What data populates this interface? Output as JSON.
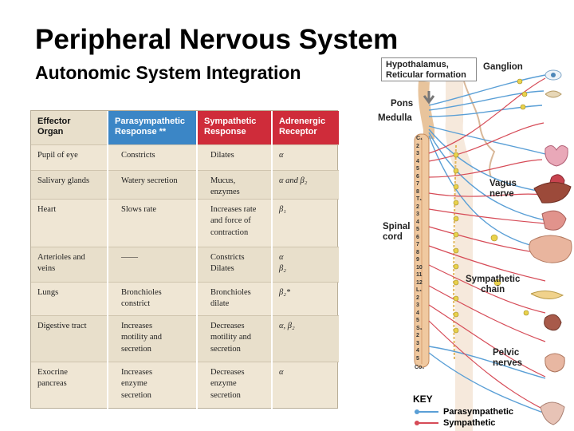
{
  "slide": {
    "title": "Peripheral Nervous System",
    "subtitle": "Autonomic System Integration"
  },
  "table": {
    "headers": {
      "organ": "Effector\nOrgan",
      "para": "Parasympathetic\nResponse **",
      "symp": "Sympathetic\nResponse",
      "adren": "Adrenergic\nReceptor"
    },
    "rows": [
      {
        "organ": "Pupil of eye",
        "para": "Constricts",
        "symp": "Dilates",
        "adren": "α"
      },
      {
        "organ": "Salivary glands",
        "para": "Watery secretion",
        "symp": "Mucus, enzymes",
        "adren": "α and β₂"
      },
      {
        "organ": "Heart",
        "para": "Slows rate",
        "symp": "Increases rate\nand force of\ncontraction",
        "adren": "β₁"
      },
      {
        "organ": "Arterioles and\nveins",
        "para": "——",
        "symp": "Constricts\nDilates",
        "adren": "α\nβ₂"
      },
      {
        "organ": "Lungs",
        "para": "Bronchioles\nconstrict",
        "symp": "Bronchioles\ndilate",
        "adren": "β₂*"
      },
      {
        "organ": "Digestive tract",
        "para": "Increases\nmotility and\nsecretion",
        "symp": "Decreases\nmotility and\nsecretion",
        "adren": "α, β₂"
      },
      {
        "organ": "Exocrine\npancreas",
        "para": "Increases\nenzyme\nsecretion",
        "symp": "Decreases\nenzyme\nsecretion",
        "adren": "α"
      }
    ]
  },
  "diagram": {
    "labels": {
      "hypothalamus": "Hypothalamus,\nReticular formation",
      "ganglion": "Ganglion",
      "pons": "Pons",
      "medulla": "Medulla",
      "spinal_cord": "Spinal\ncord",
      "vagus": "Vagus\nnerve",
      "sympathetic_chain": "Sympathetic\nchain",
      "pelvic": "Pelvic\nnerves"
    },
    "segments": {
      "c": [
        "C₁",
        "2",
        "3",
        "4",
        "5",
        "6",
        "7",
        "8"
      ],
      "t": [
        "T₁",
        "2",
        "3",
        "4",
        "5",
        "6",
        "7",
        "8",
        "9",
        "10",
        "11",
        "12"
      ],
      "l": [
        "L₁",
        "2",
        "3",
        "4",
        "5"
      ],
      "s": [
        "S₁",
        "2",
        "3",
        "4",
        "5"
      ],
      "coccygeal": "Co₁"
    },
    "key": {
      "title": "KEY",
      "para": "Parasympathetic",
      "symp": "Sympathetic"
    },
    "colors": {
      "parasympathetic": "#5a9fd6",
      "sympathetic": "#d64b57",
      "cord": "#f0c9a0"
    }
  }
}
